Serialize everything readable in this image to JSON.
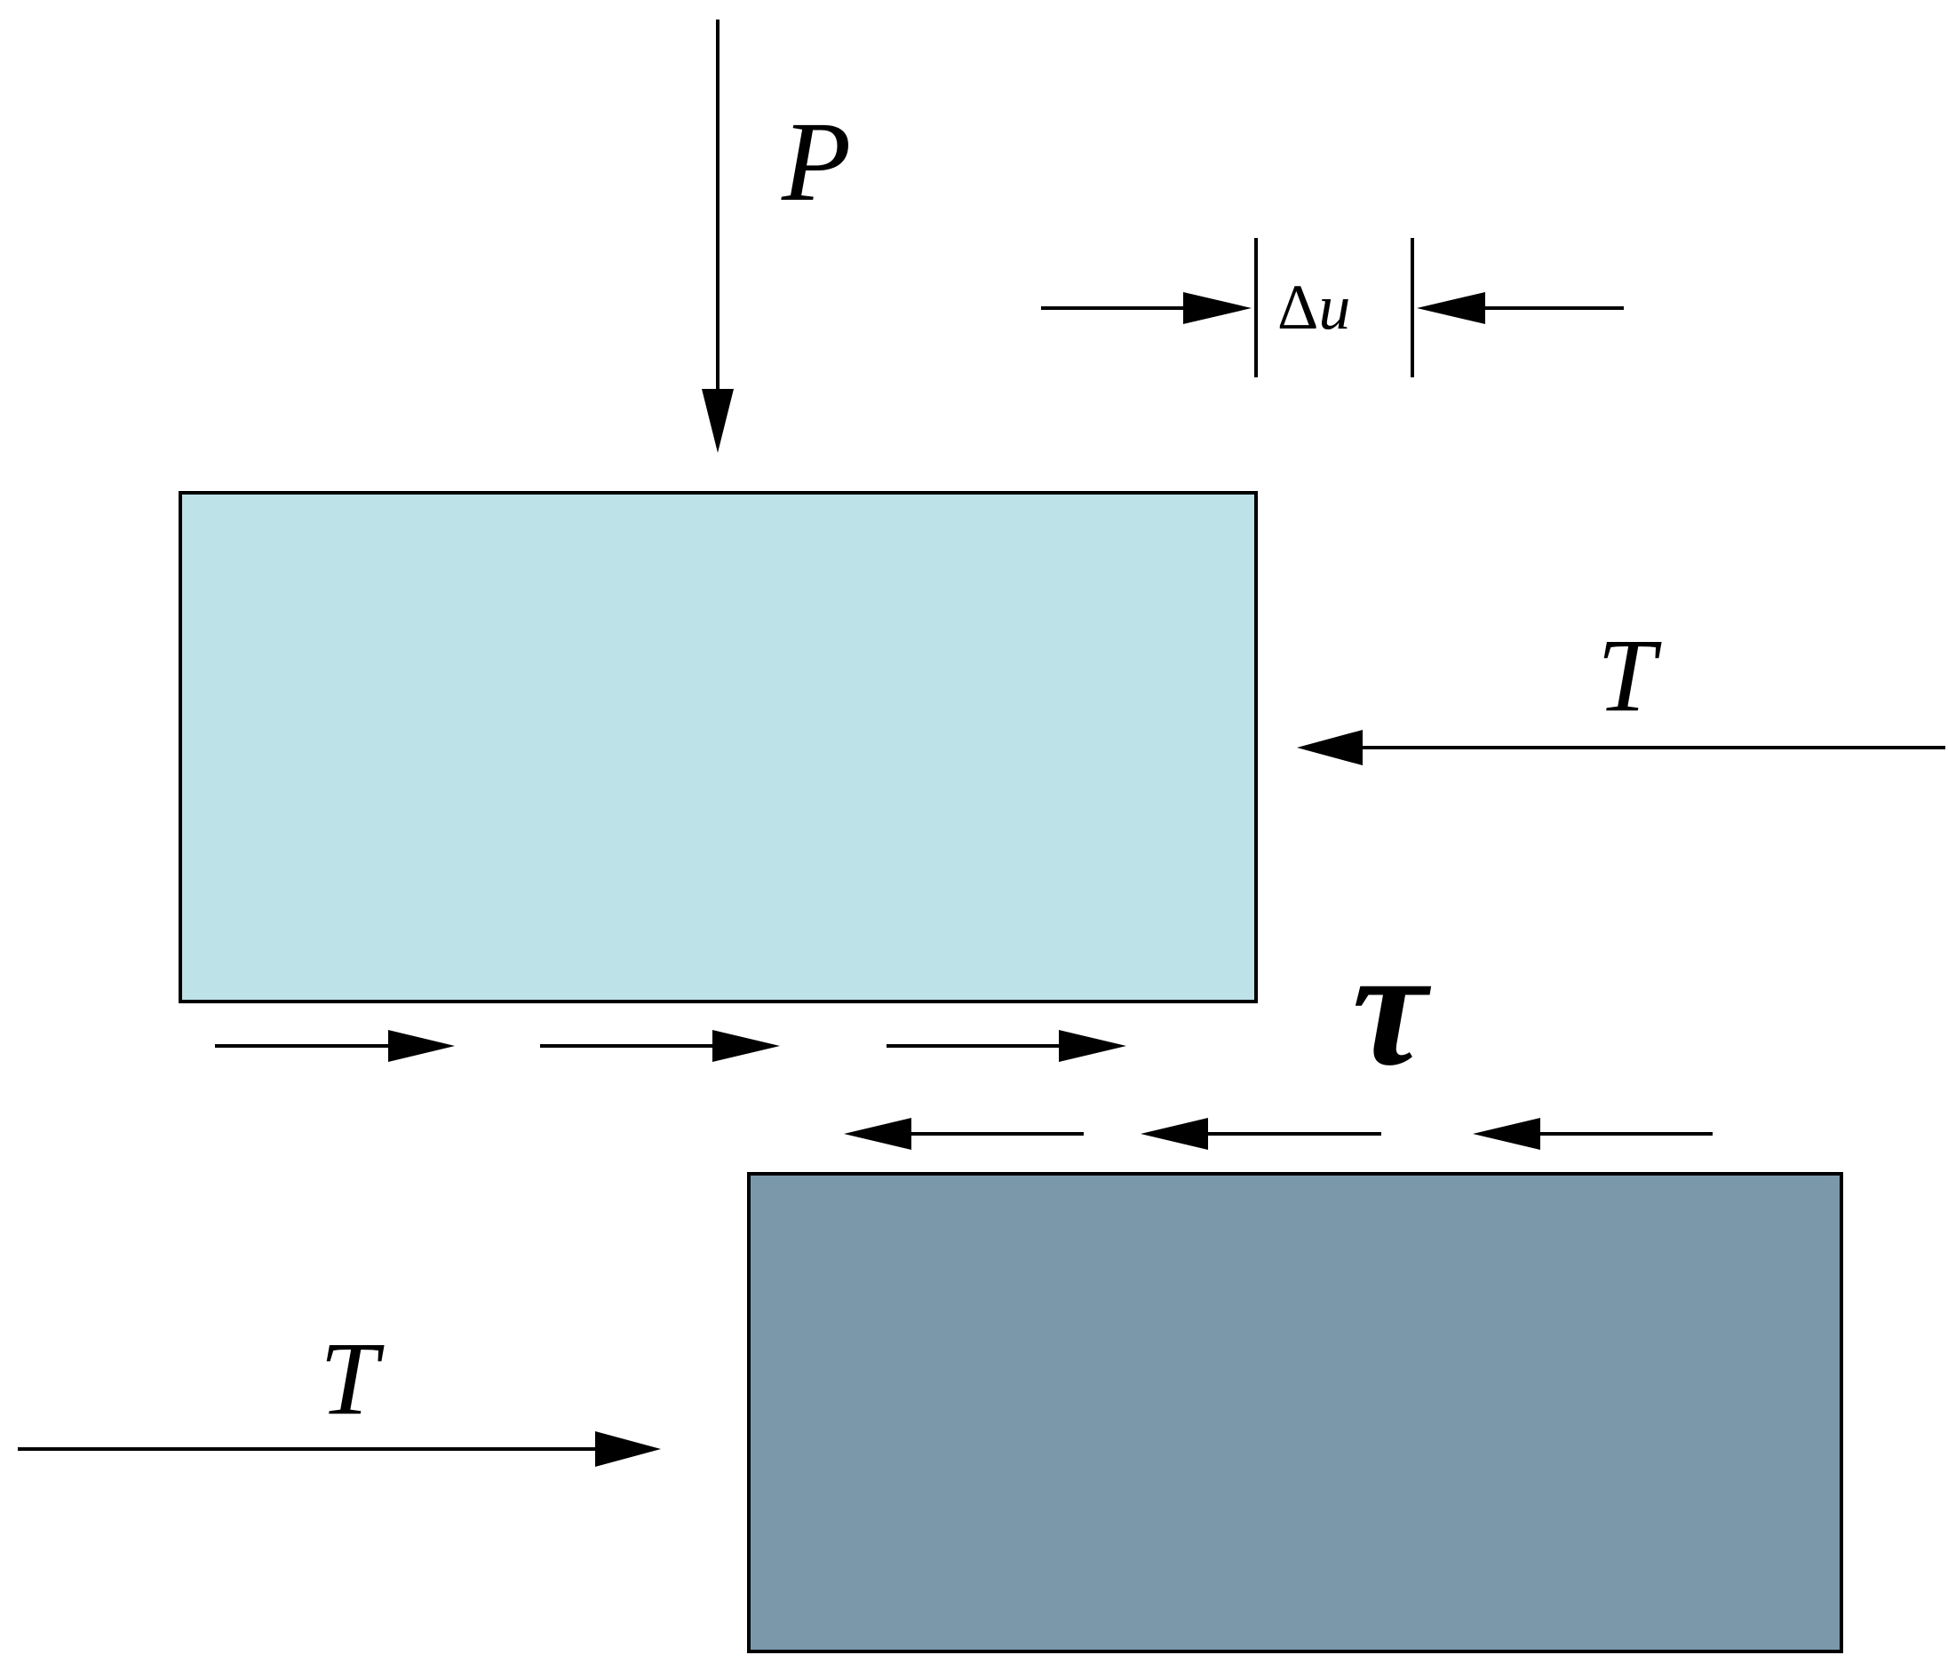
{
  "labels": {
    "load": "P",
    "displacement_symbol": "Δ",
    "displacement_var": "u",
    "force_upper": "T",
    "force_lower": "T",
    "shear_stress": "τ"
  },
  "colors": {
    "upper_block": "#bde2e7",
    "lower_block": "#7a98aa",
    "stroke": "#000000"
  }
}
